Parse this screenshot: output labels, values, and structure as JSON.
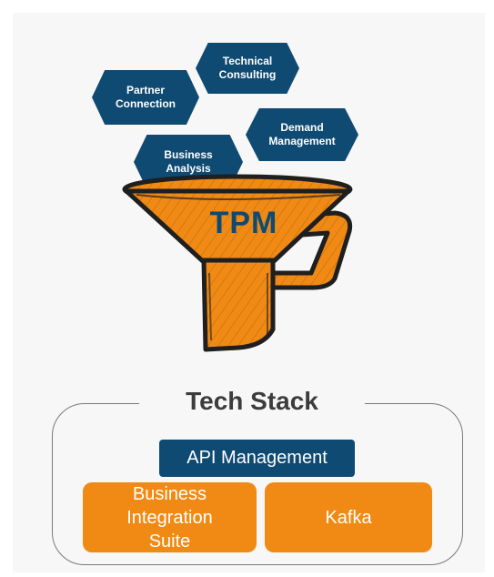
{
  "colors": {
    "navy": "#0f4a72",
    "orange": "#f08a14",
    "dark_text": "#3c3c3c",
    "outline": "#1f1f1f"
  },
  "hexagons": [
    {
      "line1": "Technical",
      "line2": "Consulting"
    },
    {
      "line1": "Partner",
      "line2": "Connection"
    },
    {
      "line1": "Demand",
      "line2": "Management"
    },
    {
      "line1": "Business",
      "line2": "Analysis"
    }
  ],
  "funnel": {
    "label": "TPM"
  },
  "tech_stack": {
    "title": "Tech Stack",
    "api_management": "API Management",
    "bis": {
      "line1": "Business",
      "line2": "Integration",
      "line3": "Suite"
    },
    "kafka": "Kafka"
  }
}
